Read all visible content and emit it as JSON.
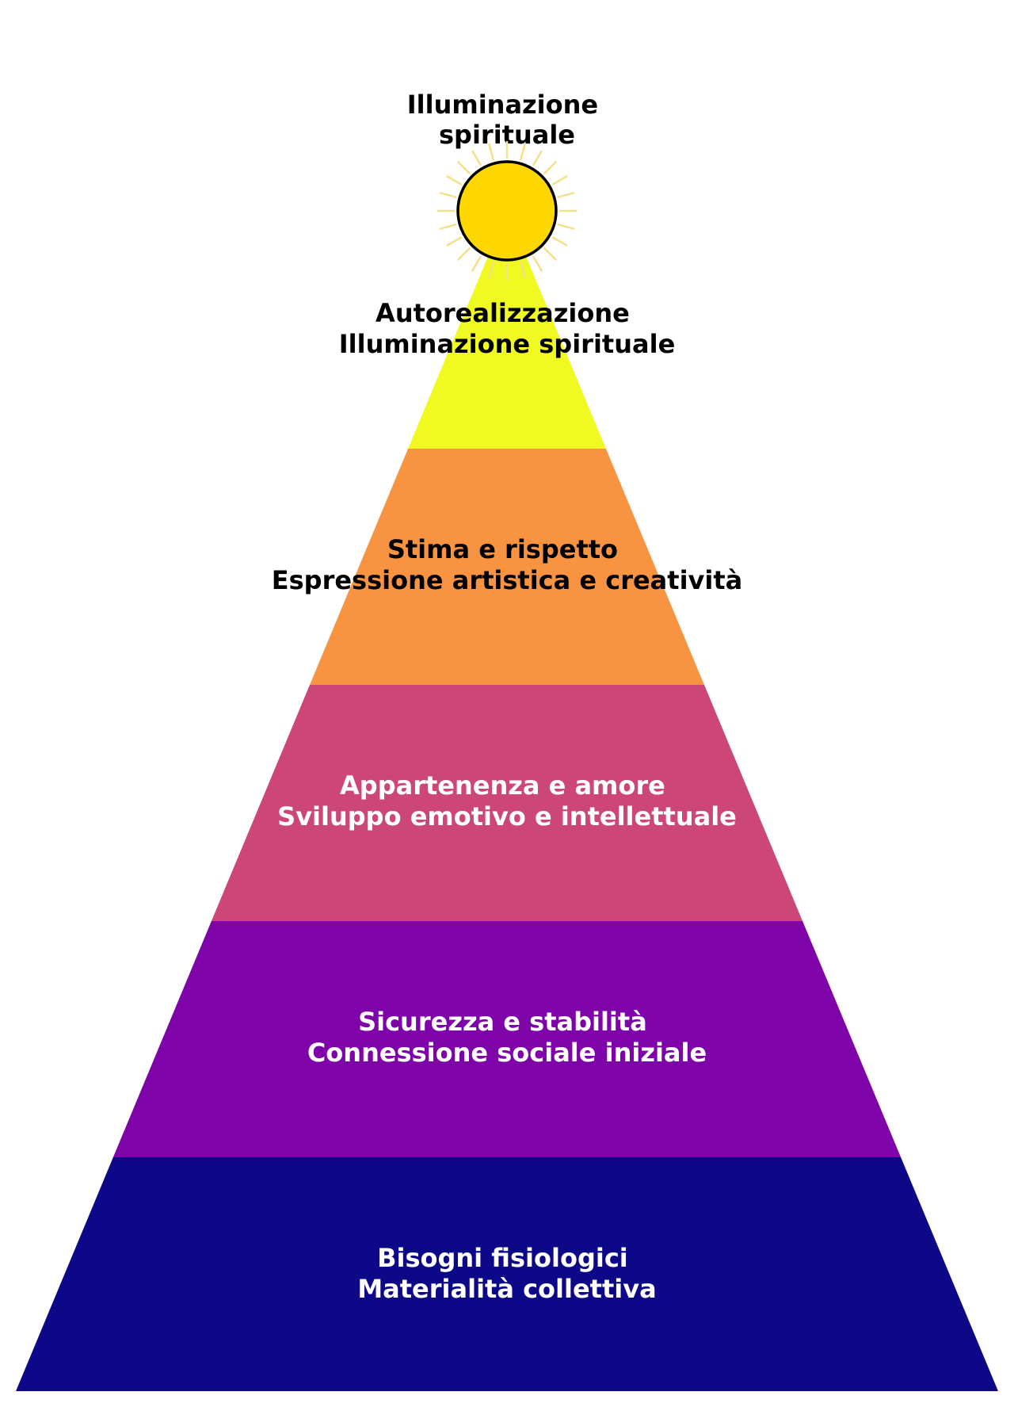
{
  "diagram": {
    "top_label": {
      "line1": "Illuminazione",
      "line2": "spirituale"
    },
    "sun": {
      "fill": "#FFD700",
      "ray_color": "#F5E08A",
      "outline": "#000000"
    },
    "levels": [
      {
        "line1": "Autorealizzazione",
        "line2": "Illuminazione spirituale",
        "color": "#F0F921",
        "text_color": "#000000"
      },
      {
        "line1": "Stima e rispetto",
        "line2": "Espressione artistica e creatività",
        "color": "#F89441",
        "text_color": "#000000"
      },
      {
        "line1": "Appartenenza e amore",
        "line2": "Sviluppo emotivo e intellettuale",
        "color": "#CC4778",
        "text_color": "#FFFFFF"
      },
      {
        "line1": "Sicurezza e stabilità",
        "line2": "Connessione sociale iniziale",
        "color": "#7E03A8",
        "text_color": "#FFFFFF"
      },
      {
        "line1": "Bisogni fisiologici",
        "line2": "Materialità collettiva",
        "color": "#0D0887",
        "text_color": "#FFFFFF"
      }
    ]
  }
}
